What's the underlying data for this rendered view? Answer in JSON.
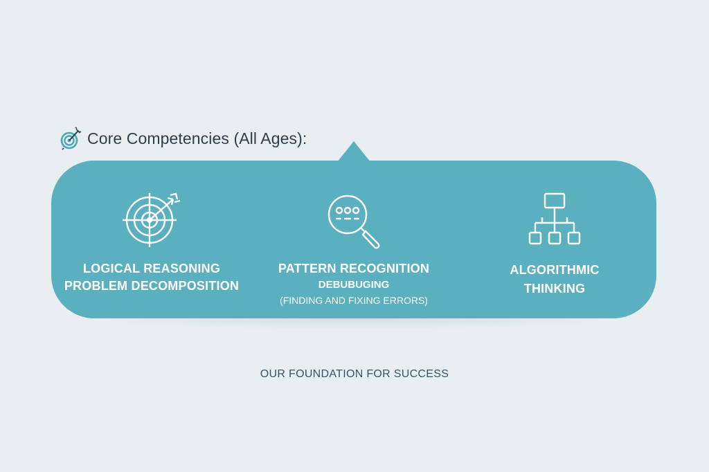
{
  "heading": {
    "icon": "target-dart-icon",
    "text": "Core Competencies (All Ages):"
  },
  "colors": {
    "background": "#e9eef1",
    "bubble": "#5bb0bf",
    "heading_text": "#2f3d47",
    "footer_text": "#2f5566",
    "icon_accent": "#4aa7b5"
  },
  "competencies": [
    {
      "icon": "target-icon",
      "line1": "LOGICAL REASONING",
      "line2": "PROBLEM DECOMPOSITION"
    },
    {
      "icon": "magnifier-pattern-icon",
      "line1": "PATTERN RECOGNITION",
      "line2": "DEBUBUGING",
      "line3": "(FINDING AND FIXING ERRORS)"
    },
    {
      "icon": "flowchart-icon",
      "line1": "ALGORITHMIC",
      "line2": "THINKING"
    }
  ],
  "footer": {
    "text": "OUR FOUNDATION FOR SUCCESS"
  }
}
